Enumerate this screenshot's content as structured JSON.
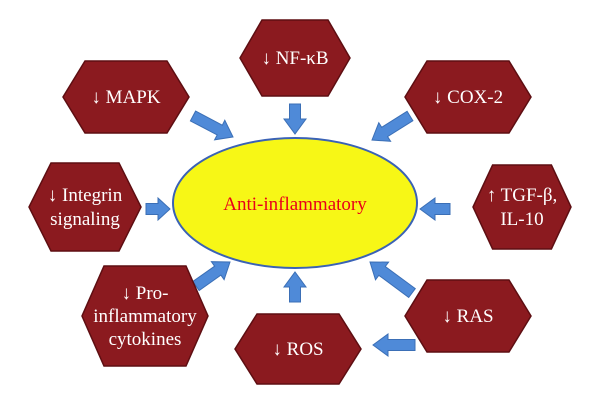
{
  "center": {
    "label": "Anti-inflammatory",
    "fill": "#f7f716",
    "stroke": "#3a62b5",
    "text_color": "#e8001a"
  },
  "colors": {
    "node_fill": "#8b1a1f",
    "node_stroke": "#5e0e12",
    "node_text": "#ffffff",
    "arrow_fill": "#4f8ad8",
    "arrow_stroke": "#3b6fb6"
  },
  "nodes": [
    {
      "id": "nfkb",
      "lines": [
        "↓ NF-κB"
      ]
    },
    {
      "id": "mapk",
      "lines": [
        "↓ MAPK"
      ]
    },
    {
      "id": "cox2",
      "lines": [
        "↓ COX-2"
      ]
    },
    {
      "id": "integrin",
      "lines": [
        "↓ Integrin",
        "signaling"
      ]
    },
    {
      "id": "tgfb",
      "lines": [
        "↑ TGF-β,",
        "IL-10"
      ]
    },
    {
      "id": "cytokines",
      "lines": [
        "↓ Pro-",
        "inflammatory",
        "cytokines"
      ]
    },
    {
      "id": "ros",
      "lines": [
        "↓ ROS"
      ]
    },
    {
      "id": "ras",
      "lines": [
        "↓ RAS"
      ]
    }
  ]
}
